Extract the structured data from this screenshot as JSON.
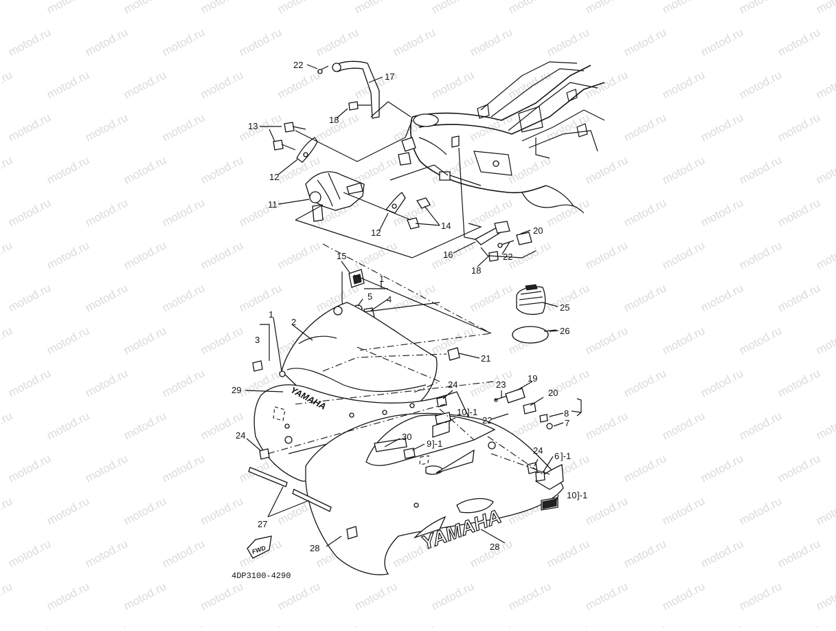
{
  "watermark": {
    "text": "motod.ru"
  },
  "diagram_code": "4DP3100-4290",
  "brand_small": "YAMAHA",
  "brand_large": "YAMAHA",
  "fwd_label": "FWD",
  "callouts": {
    "c22a": "22",
    "c17": "17",
    "c18a": "18",
    "c13": "13",
    "c12a": "12",
    "c11": "11",
    "c12b": "12",
    "c14": "14",
    "c16": "16",
    "c18b": "18",
    "c22b": "22",
    "c20a": "20",
    "c15": "15",
    "c1a": "1",
    "c5": "5",
    "c4": "4",
    "c1b": "1",
    "c2": "2",
    "c3": "3",
    "c25": "25",
    "c26": "26",
    "c21": "21",
    "c29": "29",
    "c24a": "24",
    "c23": "23",
    "c19": "19",
    "c20b": "20",
    "c10a": "10",
    "c8": "8",
    "c7": "7",
    "c22c": "22",
    "c30": "30",
    "c9": "9",
    "c24b": "24",
    "c24c": "24",
    "c6": "6",
    "c10b": "10",
    "c27": "27",
    "c28a": "28",
    "c28b": "28",
    "b10a": "]-1",
    "b9": "]-1",
    "b6": "]-1",
    "b10b": "]-1"
  }
}
